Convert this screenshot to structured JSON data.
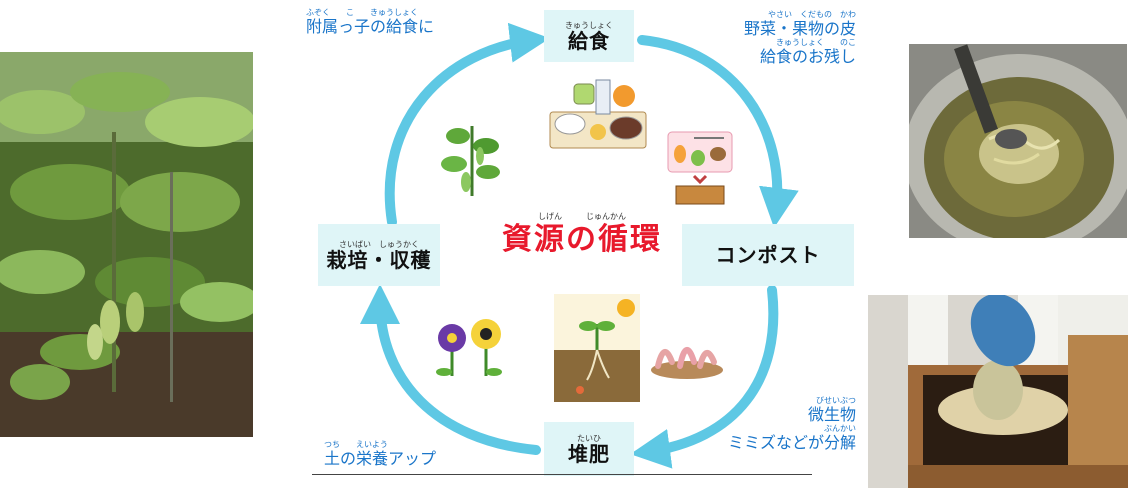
{
  "diagram": {
    "title": "資源の循環",
    "title_ruby": "しげん　　　じゅんかん",
    "nodes": {
      "kyushoku": {
        "label": "給食",
        "ruby": "きゅうしょく"
      },
      "compost": {
        "label": "コンポスト",
        "ruby": ""
      },
      "taihi": {
        "label": "堆肥",
        "ruby": "たいひ"
      },
      "saibai": {
        "label": "栽培・収穫",
        "ruby": "さいばい　しゅうかく"
      }
    },
    "annotations": {
      "fuzoku": {
        "line": "附属っ子の給食に",
        "ruby": "ふぞく　　こ　　きゅうしょく"
      },
      "yasai": {
        "line1": "野菜・果物の皮",
        "ruby1": "やさい　くだもの　かわ",
        "line2": "給食のお残し",
        "ruby2": "きゅうしょく　　のこ"
      },
      "biseibutsu": {
        "line1": "微生物",
        "ruby1": "びせいぶつ",
        "line2": "ミミズなどが分解",
        "ruby2": "ぶんかい"
      },
      "tsuchi": {
        "line": "土の栄養アップ",
        "ruby": "つち　　えいよう"
      }
    },
    "colors": {
      "arrow": "#5ec8e4",
      "node_bg": "#dff5f7",
      "title": "#e8192c",
      "annotation": "#1a75c9"
    }
  },
  "photos": {
    "left": "edamame-plants-photo",
    "top_right": "food-waste-pot-photo",
    "bottom_right": "compost-bin-photo"
  }
}
